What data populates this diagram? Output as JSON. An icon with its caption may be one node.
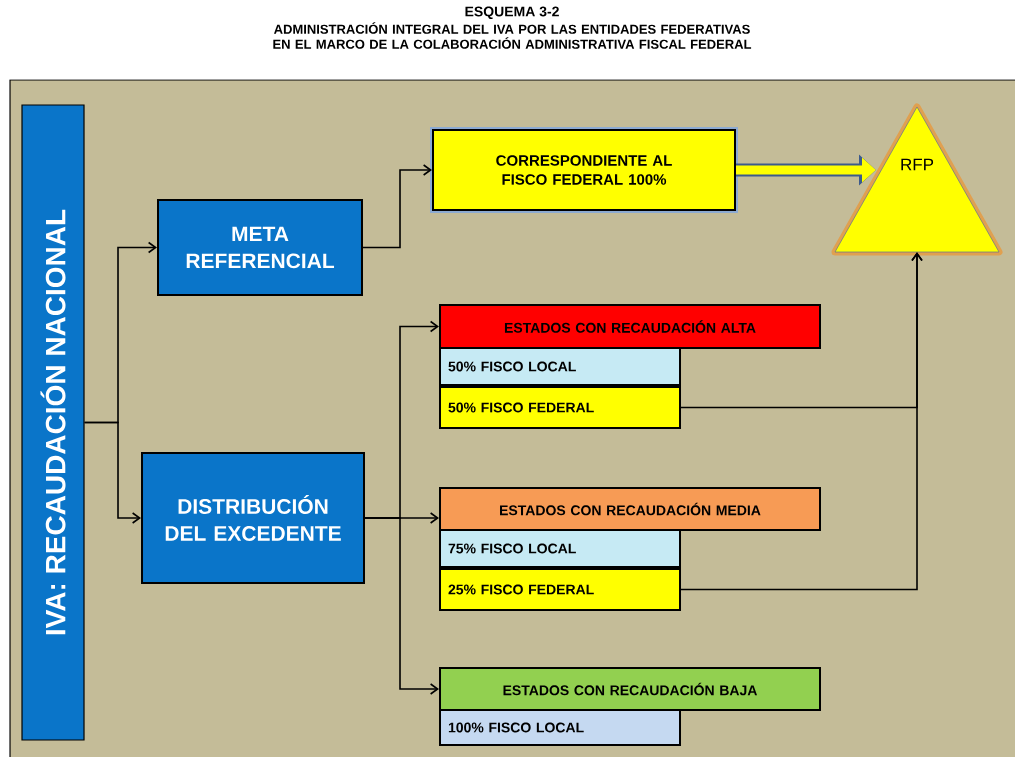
{
  "diagram": {
    "title": "ESQUEMA 3-2",
    "nodes": [
      {
        "text": [
          "IVA: RECAUDACIÓN NACIONAL"
        ]
      },
      {
        "text": [
          "META REFERENCIAL"
        ]
      },
      {
        "text": [
          "DISTRIBUCIÓN DEL EXCEDENTE"
        ]
      },
      {
        "text": [
          "CORRESPONDIENTE AL FISCO FEDERAL 100%"
        ]
      },
      {
        "text": [
          "RFP"
        ]
      },
      {
        "text": [
          "ESTADOS CON RECAUDACIÓN ALTA"
        ]
      },
      {
        "text": [
          "50% FISCO LOCAL"
        ]
      },
      {
        "text": [
          "50% FISCO FEDERAL"
        ]
      },
      {
        "text": [
          "ESTADOS CON RECAUDACIÓN MEDIA"
        ]
      },
      {
        "text": [
          "75% FISCO LOCAL"
        ]
      },
      {
        "text": [
          "25% FISCO FEDERAL"
        ]
      },
      {
        "text": [
          "ESTADOS CON RECAUDACIÓN BAJA"
        ]
      },
      {
        "text": [
          "100% FISCO LOCAL"
        ]
      }
    ],
    "edges": [
      {
        "from": 0,
        "to": 1,
        "arrow": "to"
      },
      {
        "from": 0,
        "to": 2,
        "arrow": "to"
      },
      {
        "from": 1,
        "to": 3,
        "arrow": "to"
      },
      {
        "from": 3,
        "to": 4,
        "arrow": "to",
        "style": "thick",
        "color": "#ffff00"
      },
      {
        "from": 2,
        "to": 5,
        "arrow": "to"
      },
      {
        "from": 2,
        "to": 8,
        "arrow": "to"
      },
      {
        "from": 2,
        "to": 11,
        "arrow": "to"
      },
      {
        "from": 7,
        "to": 4,
        "arrow": "to"
      },
      {
        "from": 10,
        "to": 4,
        "arrow": "to"
      }
    ],
    "labels": [
      "ADMINISTRACIÓN INTEGRAL DEL IVA POR LAS ENTIDADES FEDERATIVAS EN EL MARCO DE LA COLABORACIÓN ADMINISTRATIVA FISCAL FEDERAL"
    ]
  }
}
